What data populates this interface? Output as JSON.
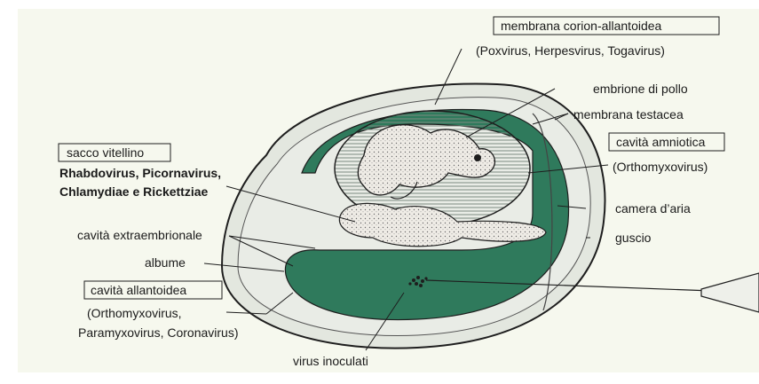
{
  "colors": {
    "background": "#f6f8ee",
    "shell": "#e6eae2",
    "albumen": "#e9ece6",
    "allantoic": "#2f7a5c",
    "amnion_fill": "#eef1ea",
    "hatch": "#7c8a80",
    "embryo": "#f2f2ee",
    "yolk": "#ede9e2",
    "line": "#222222"
  },
  "labels": {
    "chorioallantoic_membrane": "membrana corion-allantoidea",
    "chorioallantoic_viruses": "(Poxvirus, Herpesvirus, Togavirus)",
    "chick_embryo": "embrione di pollo",
    "shell_membrane": "membrana testacea",
    "amniotic_cavity": "cavità amniotica",
    "amniotic_viruses": "(Orthomyxovirus)",
    "air_chamber": "camera d’aria",
    "shell": "guscio",
    "yolk_sac": "sacco vitellino",
    "yolk_viruses_1": "Rhabdovirus, Picornavirus,",
    "yolk_viruses_2": "Chlamydiae e Rickettziae",
    "extraembryonic_cavity": "cavità extraembrionale",
    "albumen": "albume",
    "allantoic_cavity": "cavità allantoidea",
    "allantoic_viruses_1": "(Orthomyxovirus,",
    "allantoic_viruses_2": "Paramyxovirus, Coronavirus)",
    "inoculated_virus": "virus inoculati"
  }
}
